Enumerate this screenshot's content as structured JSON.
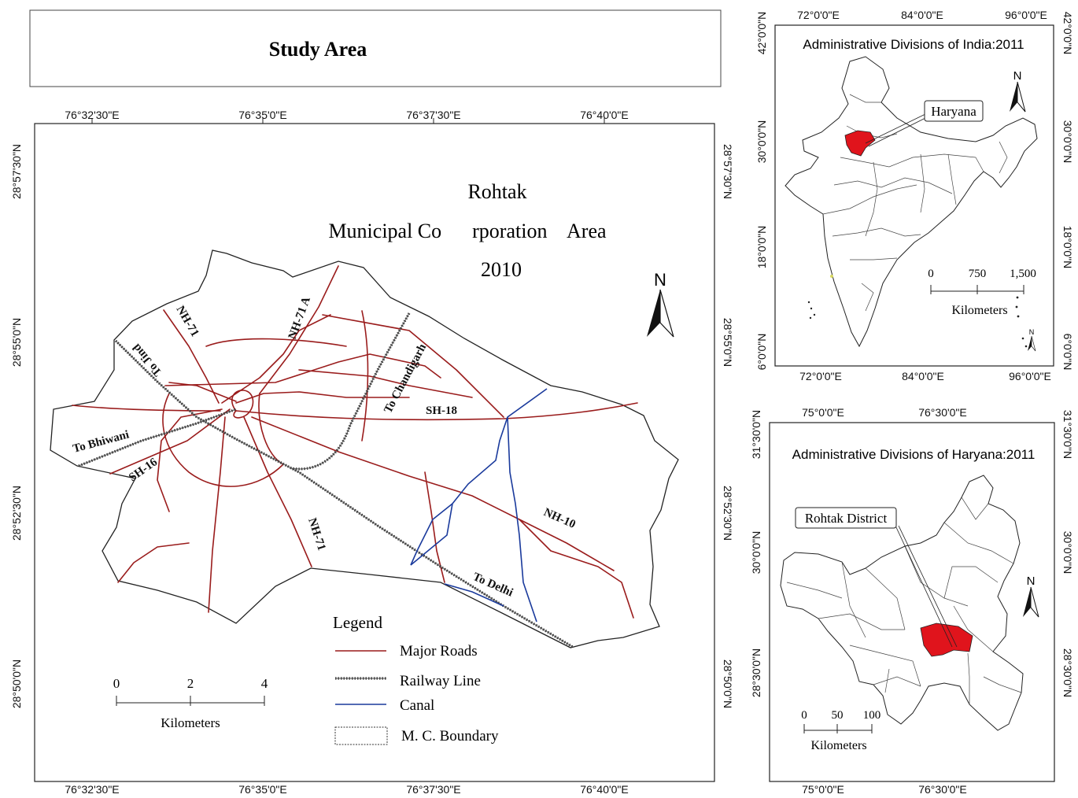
{
  "title_box": {
    "title": "Study Area"
  },
  "main_map": {
    "top_ticks": [
      "76°32'30\"E",
      "76°35'0\"E",
      "76°37'30\"E",
      "76°40'0\"E"
    ],
    "bottom_ticks": [
      "76°32'30\"E",
      "76°35'0\"E",
      "76°37'30\"E",
      "76°40'0\"E"
    ],
    "left_ticks": [
      "28°57'30\"N",
      "28°55'0\"N",
      "28°52'30\"N",
      "28°50'0\"N"
    ],
    "right_ticks": [
      "28°57'30\"N",
      "28°55'0\"N",
      "28°52'30\"N",
      "28°50'0\"N"
    ],
    "title_line1": "Rohtak",
    "title_line2": "Municipal Co      rporation    Area",
    "title_line3": "2010",
    "north": "N",
    "road_labels": {
      "nh71_top": "NH-71",
      "nh71a": "NH-71 A",
      "to_jind": "To Jind",
      "to_chandigarh": "To Chandigarh",
      "sh18": "SH-18",
      "to_bhiwani": "To Bhiwani",
      "sh16": "SH-16",
      "nh71_bottom": "NH-71",
      "nh10": "NH-10",
      "to_delhi": "To Delhi"
    },
    "legend": {
      "title": "Legend",
      "items": [
        "Major Roads",
        "Railway Line",
        "Canal",
        "M. C. Boundary"
      ]
    },
    "scale": {
      "labels": [
        "0",
        "2",
        "4"
      ],
      "unit": "Kilometers"
    }
  },
  "india_map": {
    "title": "Administrative Divisions of India:2011",
    "top_ticks": [
      "72°0'0\"E",
      "84°0'0\"E",
      "96°0'0\"E"
    ],
    "bottom_ticks": [
      "72°0'0\"E",
      "84°0'0\"E",
      "96°0'0\"E"
    ],
    "left_ticks": [
      "42°0'0\"N",
      "30°0'0\"N",
      "18°0'0\"N",
      "6°0'0\"N"
    ],
    "right_ticks": [
      "42°0'0\"N",
      "30°0'0\"N",
      "18°0'0\"N",
      "6°0'0\"N"
    ],
    "callout": "Haryana",
    "north": "N",
    "scale": {
      "labels": [
        "0",
        "750",
        "1,500"
      ],
      "unit": "Kilometers"
    }
  },
  "haryana_map": {
    "title": "Administrative Divisions of Haryana:2011",
    "top_ticks": [
      "75°0'0\"E",
      "76°30'0\"E"
    ],
    "bottom_ticks": [
      "75°0'0\"E",
      "76°30'0\"E"
    ],
    "left_ticks": [
      "31°30'0\"N",
      "30°0'0\"N",
      "28°30'0\"N"
    ],
    "right_ticks": [
      "31°30'0\"N",
      "30°0'0\"N",
      "28°30'0\"N"
    ],
    "callout": "Rohtak District",
    "north": "N",
    "scale": {
      "labels": [
        "0",
        "50",
        "100"
      ],
      "unit": "Kilometers"
    }
  },
  "colors": {
    "road": "#9a1c1c",
    "canal": "#1a3a9c",
    "highlight": "#e0141c"
  }
}
